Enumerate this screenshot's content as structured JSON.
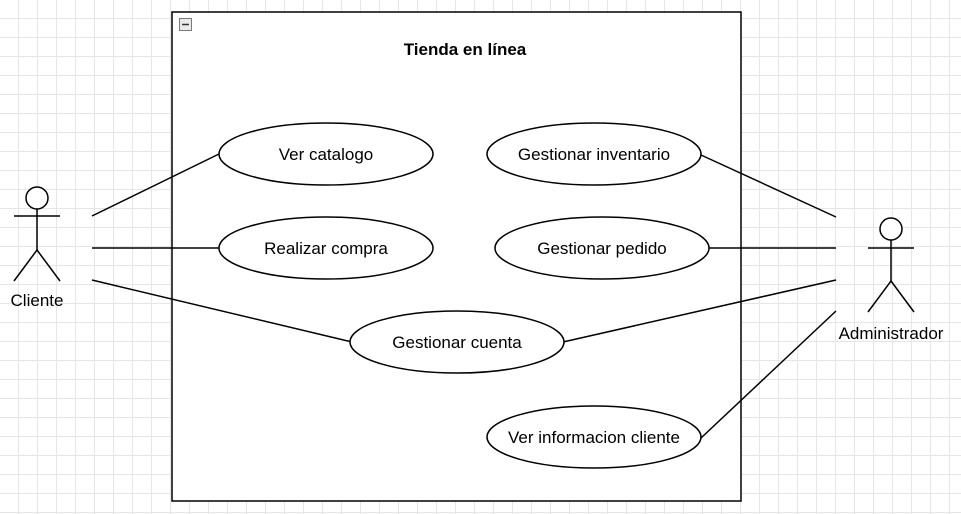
{
  "system": {
    "title": "Tienda en línea"
  },
  "actors": {
    "cliente": {
      "label": "Cliente"
    },
    "administrador": {
      "label": "Administrador"
    }
  },
  "use_cases": {
    "ver_catalogo": "Ver catalogo",
    "realizar_compra": "Realizar compra",
    "gestionar_cuenta": "Gestionar cuenta",
    "gestionar_inventario": "Gestionar inventario",
    "gestionar_pedido": "Gestionar pedido",
    "ver_informacion_cliente": "Ver informacion cliente"
  },
  "associations": [
    {
      "actor": "Cliente",
      "use_case": "Ver catalogo"
    },
    {
      "actor": "Cliente",
      "use_case": "Realizar compra"
    },
    {
      "actor": "Cliente",
      "use_case": "Gestionar cuenta"
    },
    {
      "actor": "Administrador",
      "use_case": "Gestionar inventario"
    },
    {
      "actor": "Administrador",
      "use_case": "Gestionar pedido"
    },
    {
      "actor": "Administrador",
      "use_case": "Gestionar cuenta"
    },
    {
      "actor": "Administrador",
      "use_case": "Ver informacion cliente"
    }
  ],
  "colors": {
    "stroke": "#000000",
    "fill": "#ffffff",
    "grid": "#e6e6e6"
  }
}
